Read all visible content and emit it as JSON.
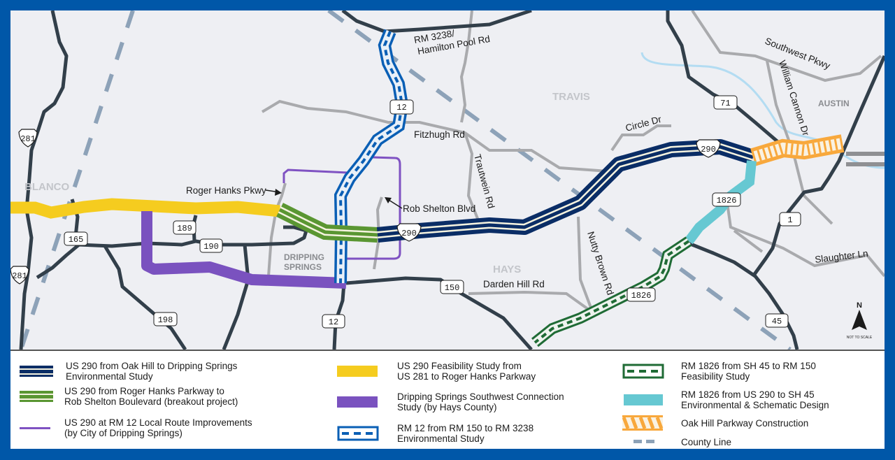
{
  "map": {
    "counties": {
      "blanco": "BLANCO",
      "travis": "TRAVIS",
      "hays": "HAYS"
    },
    "cities": {
      "dripping_springs_1": "DRIPPING",
      "dripping_springs_2": "SPRINGS",
      "austin": "AUSTIN"
    },
    "roads": {
      "rm3238_1": "RM 3238/",
      "rm3238_2": "Hamilton Pool Rd",
      "fitzhugh": "Fitzhugh Rd",
      "trautwein": "Trautwein Rd",
      "roger_hanks": "Roger Hanks Pkwy",
      "rob_shelton": "Rob Shelton Blvd",
      "circle_dr": "Circle Dr",
      "southwest_pkwy": "Southwest Pkwy",
      "william_cannon": "William Cannon Dr",
      "nutty_brown": "Nutty Brown Rd",
      "darden_hill": "Darden Hill Rd",
      "slaughter": "Slaughter Ln"
    },
    "shields": {
      "us281_top": "281",
      "us281_bottom": "281",
      "us290_west": "290",
      "us290_east": "290",
      "rm12_north": "12",
      "rm12_south": "12",
      "sh71": "71",
      "rm165": "165",
      "rm189": "189",
      "rm190": "190",
      "rm198": "198",
      "rm150": "150",
      "rm1826_north": "1826",
      "rm1826_south": "1826",
      "loop1": "1",
      "sh45": "45"
    },
    "north_arrow": {
      "letter": "N",
      "note": "NOT TO SCALE"
    }
  },
  "legend": {
    "items": [
      {
        "key": "us290-oak-hill",
        "text": "US 290 from Oak Hill to Dripping Springs\nEnvironmental Study",
        "color": "#0a2d66"
      },
      {
        "key": "us290-breakout",
        "text": "US 290 from Roger Hanks Parkway to\nRob Shelton Boulevard (breakout project)",
        "color": "#5a9632"
      },
      {
        "key": "local-route",
        "text": "US 290 at RM 12 Local Route Improvements\n(by City of Dripping Springs)",
        "color": "#7f52c2"
      },
      {
        "key": "us290-feasibility",
        "text": "US 290 Feasibility Study from\nUS 281 to Roger Hanks Parkway",
        "color": "#f5cc1f"
      },
      {
        "key": "southwest-connection",
        "text": "Dripping Springs Southwest Connection\nStudy (by Hays County)",
        "color": "#7a52bf"
      },
      {
        "key": "rm12-env",
        "text": "RM 12 from RM 150 to RM 3238\nEnvironmental Study",
        "color": "#0a5fb5"
      },
      {
        "key": "rm1826-feasibility",
        "text": "RM 1826 from SH 45 to RM 150\nFeasibility Study",
        "color": "#1f6b35"
      },
      {
        "key": "rm1826-env",
        "text": "RM 1826 from US 290 to SH 45\nEnvironmental & Schematic Design",
        "color": "#66c8d2"
      },
      {
        "key": "oak-hill-construction",
        "text": "Oak Hill Parkway Construction",
        "color": "#f8a83c"
      },
      {
        "key": "county-line",
        "text": "County Line",
        "color": "#8da2b8"
      }
    ]
  }
}
